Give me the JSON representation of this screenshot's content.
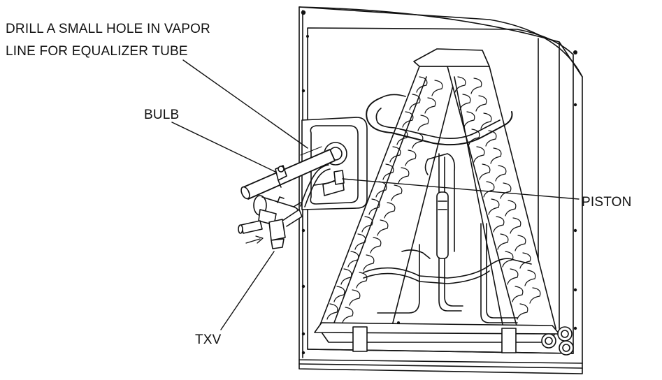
{
  "labels": {
    "drill_line1": "DRILL A SMALL HOLE IN VAPOR",
    "drill_line2": "LINE FOR EQUALIZER TUBE",
    "bulb": "BULB",
    "piston": "PISTON",
    "txv": "TXV"
  },
  "colors": {
    "line": "#111111",
    "fill": "#ffffff",
    "shade": "#cfcfcf"
  }
}
